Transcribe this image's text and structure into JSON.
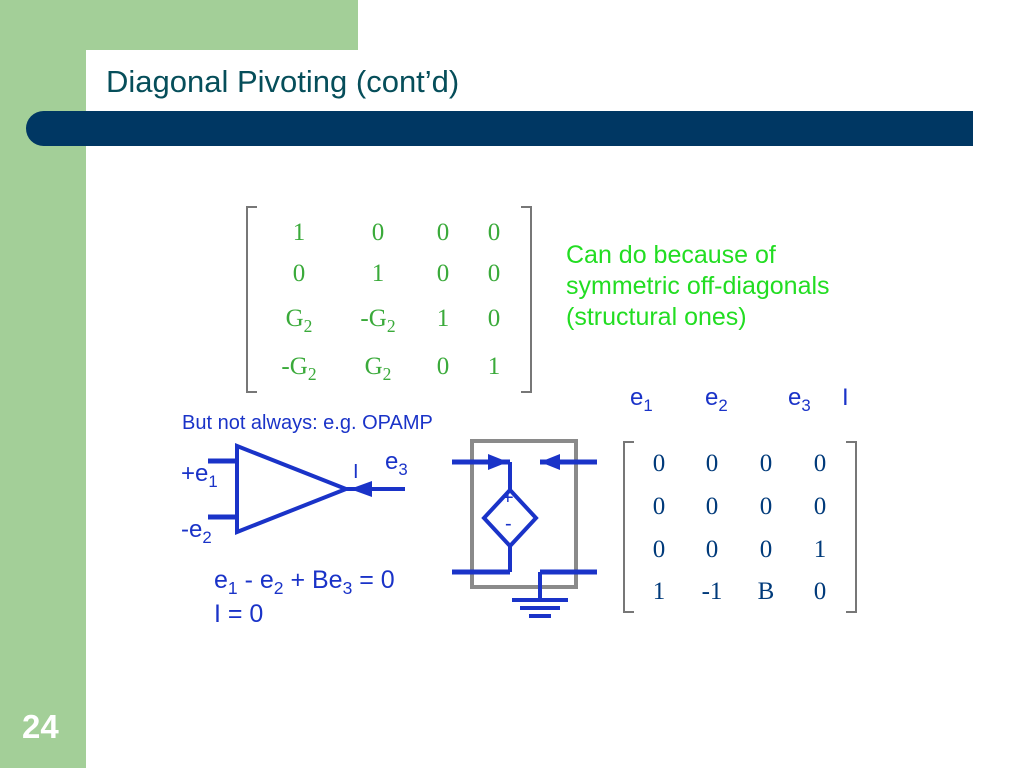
{
  "slide": {
    "title": "Diagonal Pivoting (cont’d)",
    "number": "24"
  },
  "matrix1": {
    "rows": [
      [
        "1",
        "0",
        "0",
        "0"
      ],
      [
        "0",
        "1",
        "0",
        "0"
      ],
      [
        "G2",
        "-G2",
        "1",
        "0"
      ],
      [
        "-G2",
        "G2",
        "0",
        "1"
      ]
    ]
  },
  "note": {
    "line1": "Can do because of",
    "line2": "symmetric off-diagonals",
    "line3": "(structural ones)"
  },
  "caption": "But not always: e.g. OPAMP",
  "circuit": {
    "input_plus": "+e1",
    "input_minus": "-e2",
    "current_label": "I",
    "output_node": "e3",
    "source_plus": "+",
    "source_minus": "-"
  },
  "equations": {
    "line1": "e1 - e2 + Be3 = 0",
    "line2": "I = 0"
  },
  "matrix2": {
    "headers": [
      "e1",
      "e2",
      "e3",
      "I"
    ],
    "rows": [
      [
        "0",
        "0",
        "0",
        "0"
      ],
      [
        "0",
        "0",
        "0",
        "0"
      ],
      [
        "0",
        "0",
        "0",
        "1"
      ],
      [
        "1",
        "-1",
        "B",
        "0"
      ]
    ]
  },
  "colors": {
    "frame_green": "#a3cf98",
    "band_navy": "#003763",
    "title_teal": "#064e5a",
    "matrix_green": "#3aaa3a",
    "note_green": "#22dd22",
    "circuit_blue": "#1a33c8",
    "matrix_navy": "#003a7a"
  }
}
